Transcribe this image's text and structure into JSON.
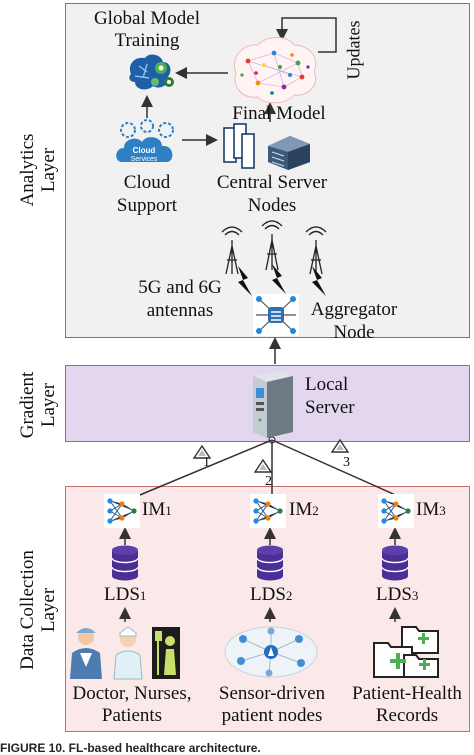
{
  "layers": {
    "analytics": "Analytics\nLayer",
    "gradient": "Gradient\nLayer",
    "data_collection": "Data Collection\nLayer"
  },
  "analytics": {
    "global_model": "Global Model\nTraining",
    "final_model": "Final Model",
    "updates": "Updates",
    "cloud_support": "Cloud\nSupport",
    "central_server": "Central Server\nNodes",
    "antennas": "5G and 6G\nantennas",
    "aggregator": "Aggregator\nNode",
    "cloud_icon_text": "Cloud\nServices"
  },
  "gradient": {
    "local_server": "Local\nServer",
    "d1": "1",
    "d2": "2",
    "d3": "3"
  },
  "data_collection": {
    "im1": "IM",
    "im1_sub": "1",
    "im2": "IM",
    "im2_sub": "2",
    "im3": "IM",
    "im3_sub": "3",
    "lds1": "LDS",
    "lds1_sub": "1",
    "lds2": "LDS",
    "lds2_sub": "2",
    "lds3": "LDS",
    "lds3_sub": "3",
    "source1": "Doctor, Nurses,\nPatients",
    "source2": "Sensor-driven\npatient nodes",
    "source3": "Patient-Health\nRecords"
  },
  "caption": "FIGURE 10. FL-based healthcare architecture."
}
